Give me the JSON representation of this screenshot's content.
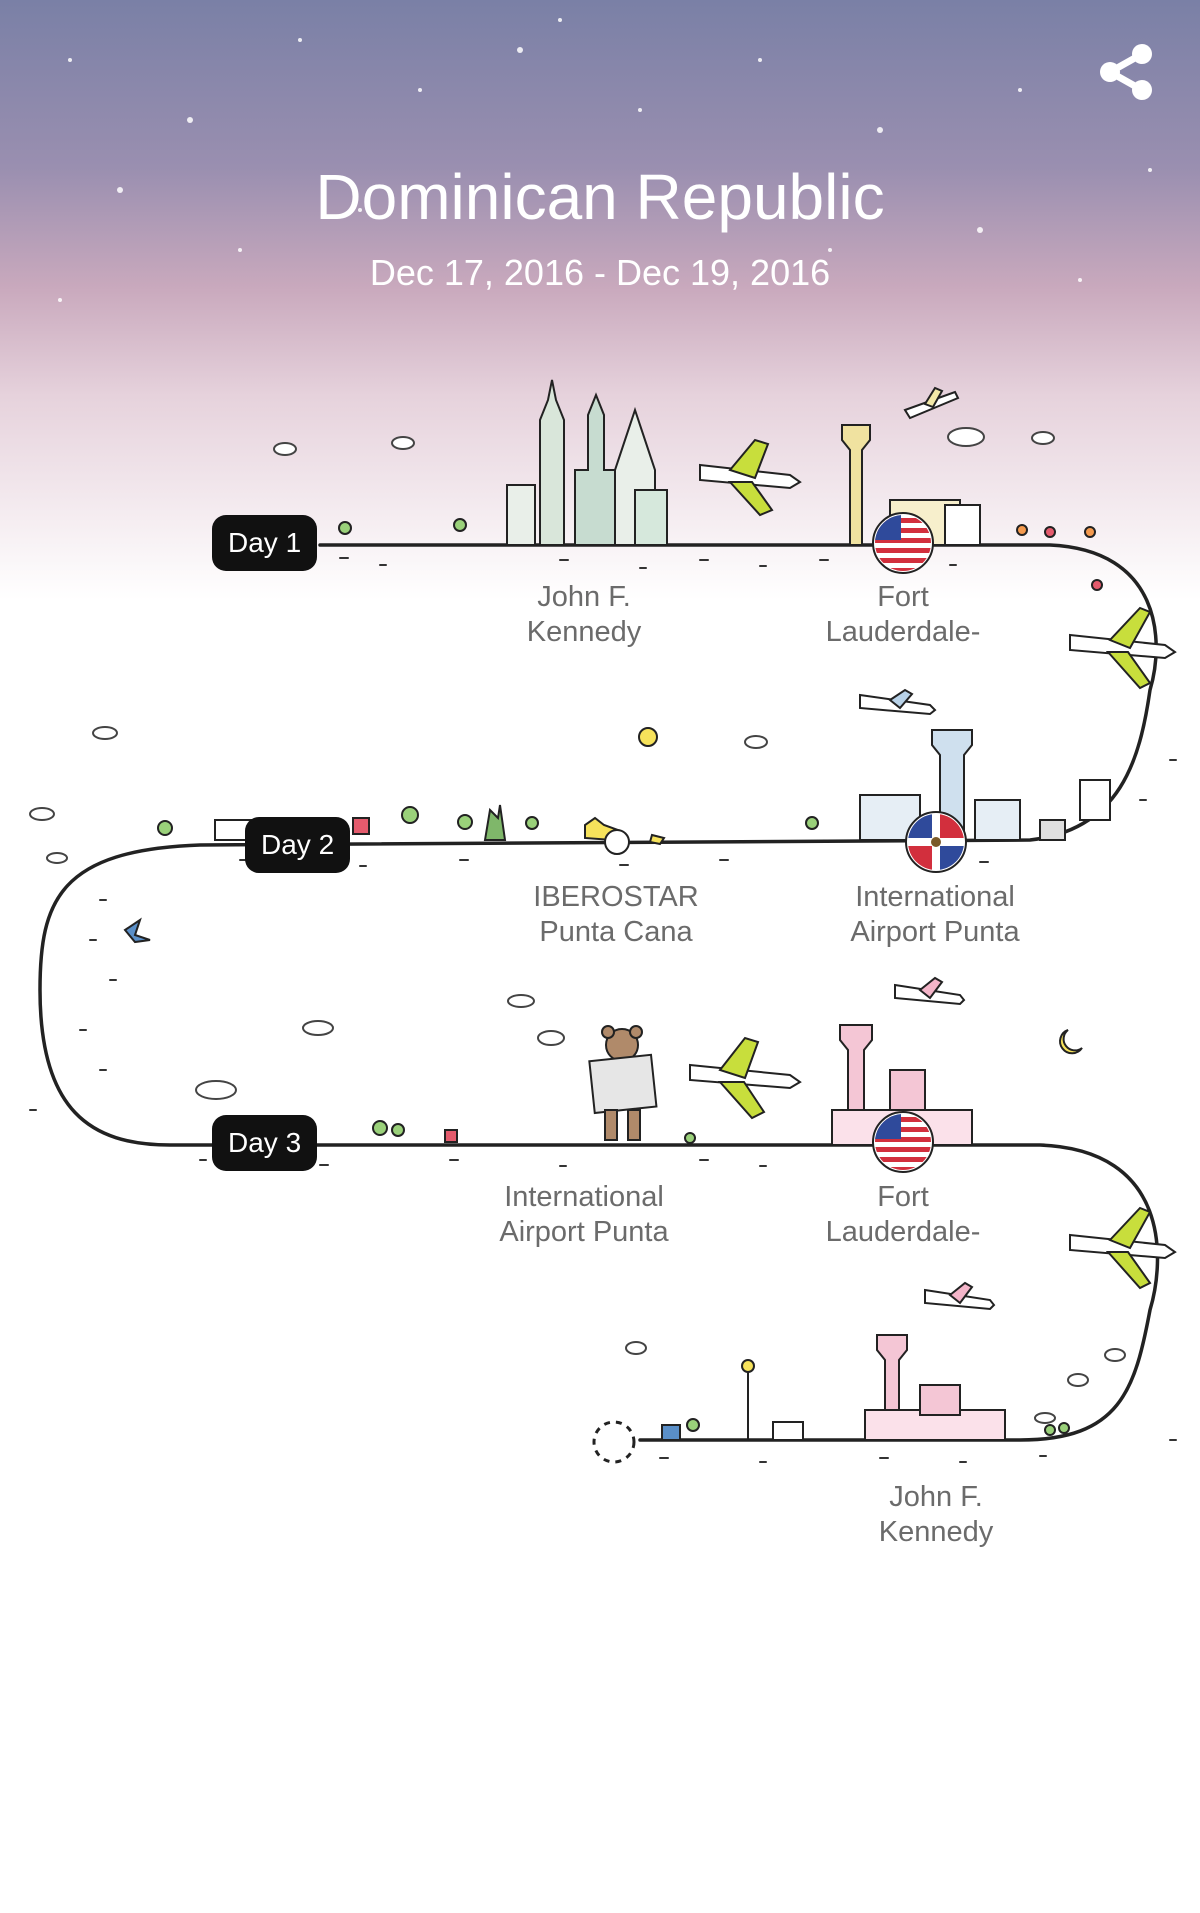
{
  "header": {
    "title": "Dominican Republic",
    "dates": "Dec 17, 2016 - Dec 19, 2016",
    "share_icon": "share-icon"
  },
  "days": [
    {
      "label": "Day 1"
    },
    {
      "label": "Day 2"
    },
    {
      "label": "Day 3"
    }
  ],
  "stops": [
    {
      "line1": "John F.",
      "line2": "Kennedy"
    },
    {
      "line1": "Fort",
      "line2": "Lauderdale-",
      "flag": "us-flag-icon"
    },
    {
      "line1": "IBEROSTAR",
      "line2": "Punta Cana"
    },
    {
      "line1": "International",
      "line2": "Airport Punta",
      "flag": "dominican-flag-icon"
    },
    {
      "line1": "International",
      "line2": "Airport Punta"
    },
    {
      "line1": "Fort",
      "line2": "Lauderdale-",
      "flag": "us-flag-icon"
    },
    {
      "line1": "John F.",
      "line2": "Kennedy"
    }
  ],
  "colors": {
    "sky_top": "#7a80a6",
    "sky_mid": "#c9a9bd",
    "path": "#222222",
    "badge": "#111111",
    "label": "#6b6b6b",
    "plane": "#c8de3c"
  }
}
